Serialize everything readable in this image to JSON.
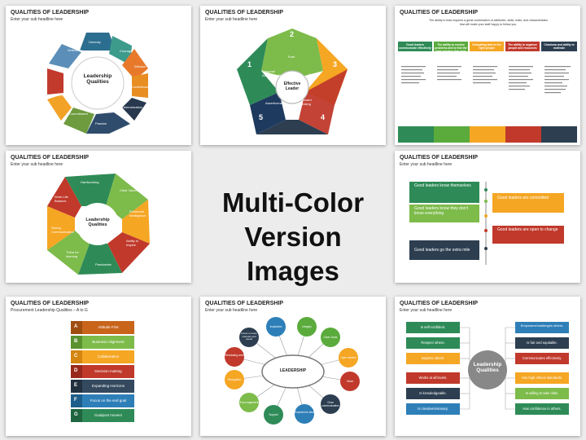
{
  "center_title": {
    "line1": "Multi-Color",
    "line2": "Version Images"
  },
  "slides": [
    {
      "title": "QUALITIES OF LEADERSHIP",
      "subtitle": "Enter your sub headline here",
      "center": "Leadership Qualities",
      "items": [
        "Honesty",
        "Courage",
        "Wisdom",
        "Confidence",
        "Determination",
        "Passion",
        "Commitment",
        "Positivity",
        "Integrity",
        "Selectivity"
      ]
    },
    {
      "title": "QUALITIES OF LEADERSHIP",
      "subtitle": "Enter your sub headline here",
      "center": "Effective Leader",
      "items": [
        "Trust",
        "Goals",
        "Forward thinking",
        "Assertiveness",
        "Personal Accountability"
      ],
      "numbers": [
        "1",
        "2",
        "3",
        "4",
        "5"
      ]
    },
    {
      "title": "QUALITIES OF LEADERSHIP",
      "subtitle": "",
      "banner": "The ability to lead requires a great combination of attributes, skills, traits, and characteristics that will make your staff happy to follow you.",
      "columns": [
        "Good leaders communicate effectively",
        "The ability to resolve problems and to find the best solution that exist",
        "Delegating task to the right people",
        "The ability to organize people and resources",
        "Charisma and ability to motivate"
      ]
    },
    {
      "title": "QUALITIES OF LEADERSHIP",
      "subtitle": "Enter your sub headline here",
      "center": "Leadership Qualities",
      "items": [
        "Hardworking",
        "Clear Values",
        "Emotional Intelligence",
        "Ability to Inspire",
        "Passionate",
        "Thirst for learning",
        "Strong Communication",
        "Work Life Balance"
      ]
    },
    {
      "title": "QUALITIES OF LEADERSHIP",
      "subtitle": "Enter your sub headline here",
      "items": [
        "Good leaders know themselves",
        "Good leaders are committed",
        "Good leaders know they don't know everything",
        "Good leaders are open to change",
        "Good leaders go the extra mile"
      ]
    },
    {
      "title": "QUALITIES OF LEADERSHIP",
      "subtitle": "Procurement Leadership Qualities – A to G",
      "letters": [
        "A",
        "B",
        "C",
        "D",
        "E",
        "F",
        "G"
      ],
      "items": [
        "Attitude First",
        "Business Alignment",
        "Collaboration",
        "Decision-making",
        "Expanding Horizons",
        "Focus on the end goal",
        "Goalpost movers"
      ]
    },
    {
      "title": "QUALITIES OF LEADERSHIP",
      "subtitle": "Enter your sub headline here",
      "center": "LEADERSHIP",
      "items": [
        "Inspiration",
        "Integrity",
        "Clear Goals",
        "Open minded",
        "Vision",
        "Clear communication",
        "Expects the best",
        "Support",
        "Encouragement",
        "Recognition",
        "Stimulating work",
        "Focus on team interests and needs"
      ]
    },
    {
      "title": "QUALITIES OF LEADERSHIP",
      "subtitle": "Enter your sub headline here",
      "center": "Leadership Qualities",
      "left": [
        "Is self-confident.",
        "Respect others.",
        "Inspires others.",
        "Works at all levels.",
        "Is knowledgeable.",
        "Is creative/visionary."
      ],
      "right": [
        "Empowers/challenges others.",
        "Is fair and equitable.",
        "Communicates effectively.",
        "Has high ethical standards.",
        "Is willing to take risks.",
        "Has confidence in others."
      ]
    }
  ]
}
